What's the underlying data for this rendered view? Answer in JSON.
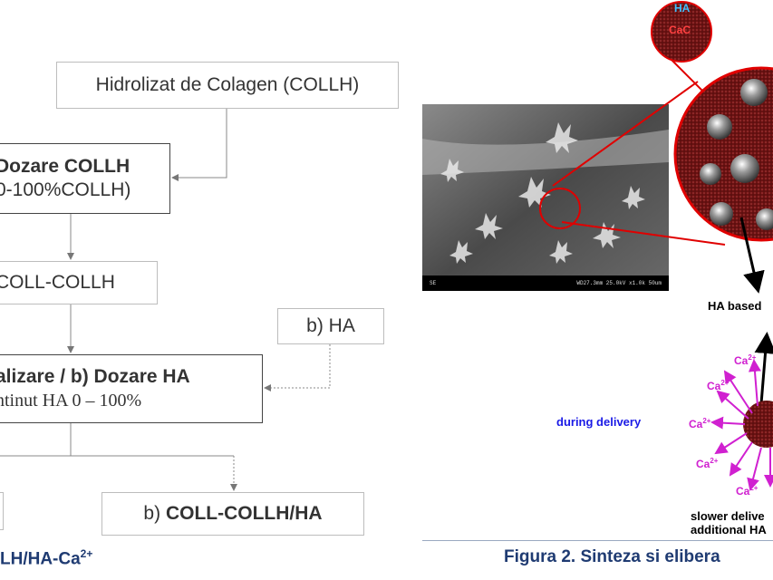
{
  "flow": {
    "start_box": "Hidrolizat de Colagen (COLLH)",
    "dosing_box_line1": "Dozare COLLH",
    "dosing_box_line2": "0-100%COLLH)",
    "coll_box": "COLL-COLLH",
    "ha_input_box": "b) HA",
    "mineral_box_line1": "alizare / b) Dozare HA",
    "mineral_box_line2": "ntinut HA 0 – 100%",
    "product_b_prefix": "b) ",
    "product_b_name": "COLL-COLLH/HA",
    "bottom_caption_main": "LH/HA-Ca",
    "bottom_caption_sup": "2+"
  },
  "figure": {
    "caption": "Figura 2. Sinteza si elibera",
    "sem_scale_left": "SE",
    "sem_scale_right": "WD27.3mm 25.0kV x1.0k 50um",
    "zoom_circle_ha": "HA",
    "zoom_circle_ca": "CaC",
    "ha_based_label": "HA based",
    "during_delivery_label": "during delivery",
    "ca_ion_base": "Ca",
    "ca_ion_sup": "2+",
    "slower_line1": "slower delive",
    "slower_line2": "additional HA"
  },
  "colors": {
    "caption_blue": "#1f3b72",
    "ion_magenta": "#d020d0",
    "particle_red": "#8b1a1a",
    "zoom_red": "#e00000",
    "delivery_blue": "#1a1ae6"
  }
}
